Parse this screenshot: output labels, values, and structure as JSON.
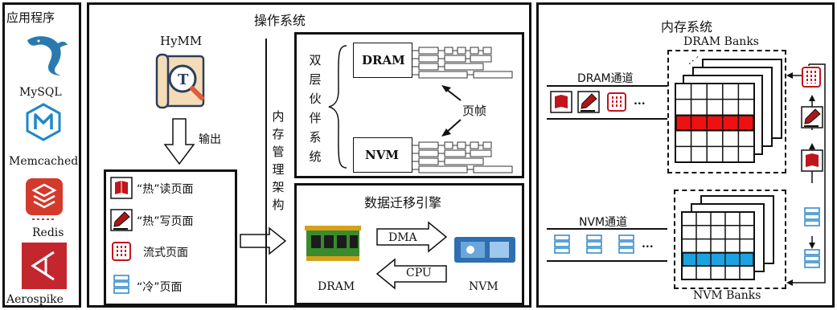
{
  "apps": {
    "title": "应用程序",
    "items": [
      "MySQL",
      "Memcached",
      "Redis",
      "Aerospike"
    ]
  },
  "os": {
    "title": "操作系统",
    "hymm": "HyMM",
    "output": "输出",
    "legend": [
      "“热”读页面",
      "“热”写页面",
      "流式页面",
      "“冷”页面"
    ],
    "mm_arch": "内存管理架构",
    "buddy": "双层伙伴系统",
    "dram": "DRAM",
    "nvm": "NVM",
    "page_frame": "页帧",
    "engine_title": "数据迁移引擎",
    "dma": "DMA",
    "cpu": "CPU",
    "dram_label": "DRAM",
    "nvm_label": "NVM"
  },
  "mem": {
    "title": "内存系统",
    "dram_banks": "DRAM Banks",
    "nvm_banks": "NVM Banks",
    "dram_channel": "DRAM通道",
    "nvm_channel": "NVM通道",
    "ellipsis": "..."
  },
  "colors": {
    "hot_read": "#c0151b",
    "hot_write": "#b01515",
    "stream": "#c0151b",
    "cold": "#2a86c6",
    "dram_cell": "#ee1111",
    "nvm_cell": "#1aa3e0",
    "mysql_blue": "#2a7ab0",
    "memcached_blue": "#1f87c9",
    "redis_red": "#d33a2c",
    "aerospike_red": "#c4262e"
  }
}
